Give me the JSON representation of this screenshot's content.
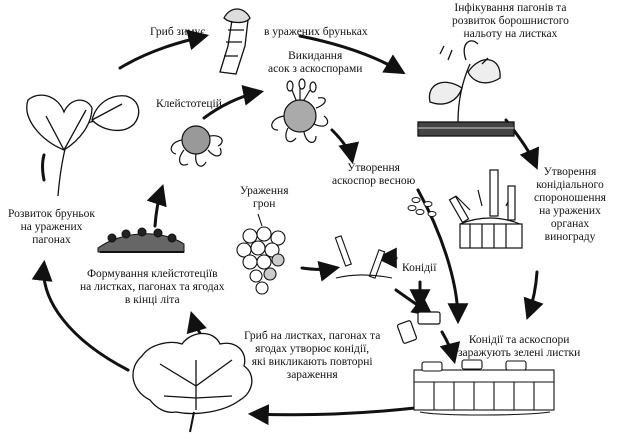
{
  "labels": {
    "overwinter_a": "Гриб зимує",
    "overwinter_b": "в уражених бруньках",
    "infection": [
      "Інфікування пагонів та",
      "розвиток борошнистого",
      "нальоту на листках"
    ],
    "ascospore_release": [
      "Викидання",
      "асок з аскоспорами"
    ],
    "cleistothecia": "Клейстотецій",
    "spring_ascospores": [
      "Утворення",
      "аскоспор весною"
    ],
    "conidial_sporulation": [
      "Утворення",
      "конідіального",
      "спороношення",
      "на уражених",
      "органах",
      "винограду"
    ],
    "affected_clusters": [
      "Ураження",
      "грон"
    ],
    "bud_development": [
      "Розвиток бруньок",
      "на уражених",
      "пагонах"
    ],
    "conidia": "Конідії",
    "cleistothecia_formation": [
      "Формування клейстотеціїв",
      "на листках, пагонах та ягодах",
      "в кінці літа"
    ],
    "reinfection": [
      "Гриб на листках, пагонах та",
      "ягодах утворює конідії,",
      "які викликають повторні",
      "зараження"
    ],
    "green_leaf_infection": [
      "Конідії та аскоспори",
      "заражують зелені листки"
    ]
  },
  "colors": {
    "ink": "#111111",
    "background": "#ffffff"
  },
  "icons": [
    "bud-icon",
    "infected-shoot-icon",
    "leaf-branch-icon",
    "cleistothecium-icon",
    "ascus-burst-icon",
    "ascospores-icon",
    "mycelium-cushion-icon",
    "conidiophores-icon",
    "grape-cluster-icon",
    "conidia-chain-icon",
    "conidia-cells-icon",
    "leaf-tissue-icon",
    "grape-leaf-icon"
  ]
}
